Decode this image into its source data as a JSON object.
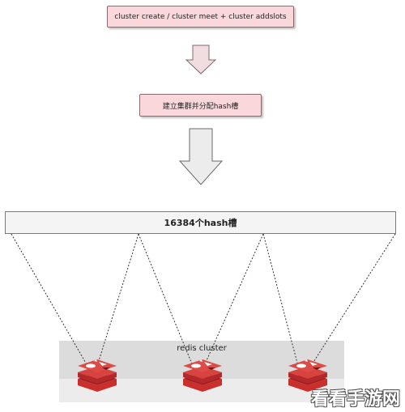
{
  "diagram": {
    "step1_label": "cluster create / cluster meet + cluster addslots",
    "step2_label": "建立集群并分配hash槽",
    "hash_bar_label": "16384个hash槽",
    "cluster_label": "redis cluster",
    "node_icon": "redis-logo-icon",
    "colors": {
      "step_box_fill": "#f9d7db",
      "arrow_fill": "#e8e8e8",
      "redis_red": "#c9302c"
    }
  },
  "watermark": {
    "text": "看看手游网"
  }
}
